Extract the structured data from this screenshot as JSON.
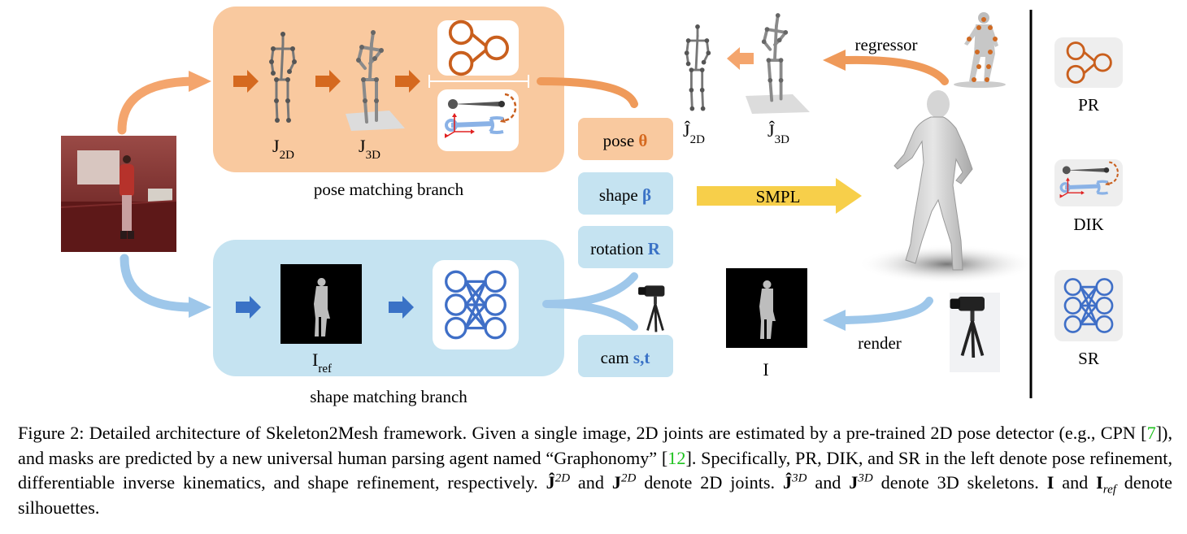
{
  "pose_branch": {
    "label": "pose matching branch",
    "j2d_label": "J",
    "j2d_sub": "2D",
    "j3d_label": "J",
    "j3d_sub": "3D"
  },
  "shape_branch": {
    "label": "shape matching branch",
    "iref_label": "I",
    "iref_sub": "ref"
  },
  "params": {
    "pose": {
      "text": "pose",
      "symbol": "θ"
    },
    "shape": {
      "text": "shape",
      "symbol": "β"
    },
    "rotation": {
      "text": "rotation",
      "symbol": "R"
    },
    "cam": {
      "text": "cam",
      "symbol": "s,t"
    }
  },
  "smpl_label": "SMPL",
  "regressor_label": "regressor",
  "render_label": "render",
  "j2d_hat_label": "Ĵ",
  "j2d_hat_sub": "2D",
  "j3d_hat_label": "Ĵ",
  "j3d_hat_sub": "3D",
  "silhouette_label": "I",
  "legend": [
    {
      "label": "PR",
      "icon": "pose-refinement-icon"
    },
    {
      "label": "DIK",
      "icon": "inverse-kinematics-icon"
    },
    {
      "label": "SR",
      "icon": "shape-refinement-icon"
    }
  ],
  "colors": {
    "orange_panel": "#f9c99f",
    "orange_arrow": "#ef9a5a",
    "orange_dark": "#c95f1d",
    "blue_panel": "#c5e3f1",
    "blue_arrow": "#9ec7ea",
    "blue_dark": "#3f6fc7",
    "yellow_arrow": "#f7cf4a",
    "caption_ref": "#1fc21f"
  },
  "caption": {
    "part1": "Figure 2: Detailed architecture of Skeleton2Mesh framework. Given a single image, 2D joints are estimated by a pre-trained 2D pose detector (e.g., CPN [",
    "ref1": "7",
    "part2": "]), and masks are predicted by a new universal human parsing agent named “Graphonomy” [",
    "ref2": "12",
    "part3": "]. Specifically, PR, DIK, and SR in the left denote pose refinement, differentiable inverse kinematics, and shape refinement, respectively. ",
    "j_hat": "Ĵ",
    "sup_2d": "2D",
    "and1": " and ",
    "j": "J",
    "denote_2d": " denote 2D joints. ",
    "sup_3d": "3D",
    "denote_3d": " denote 3D skeletons. ",
    "i": "I",
    "and2": " and ",
    "sub_ref": "ref",
    "denote_sil": " denote silhouettes."
  }
}
